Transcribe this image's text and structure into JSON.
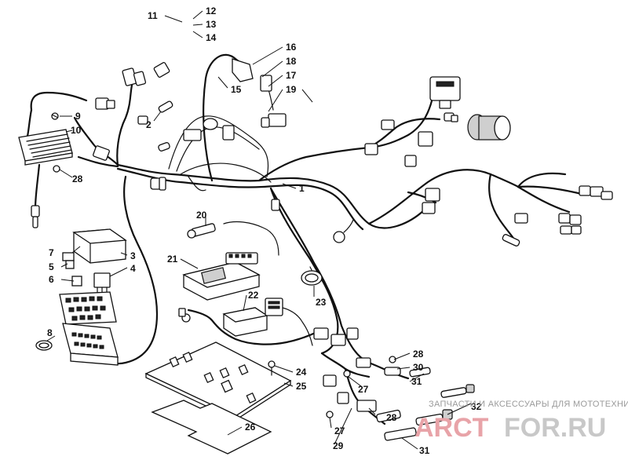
{
  "callouts": [
    {
      "id": "c1",
      "label": "1"
    },
    {
      "id": "c2",
      "label": "2"
    },
    {
      "id": "c3",
      "label": "3"
    },
    {
      "id": "c4",
      "label": "4"
    },
    {
      "id": "c5",
      "label": "5"
    },
    {
      "id": "c6",
      "label": "6"
    },
    {
      "id": "c7",
      "label": "7"
    },
    {
      "id": "c8",
      "label": "8"
    },
    {
      "id": "c9",
      "label": "9"
    },
    {
      "id": "c10",
      "label": "10"
    },
    {
      "id": "c11",
      "label": "11"
    },
    {
      "id": "c12",
      "label": "12"
    },
    {
      "id": "c13",
      "label": "13"
    },
    {
      "id": "c14",
      "label": "14"
    },
    {
      "id": "c15",
      "label": "15"
    },
    {
      "id": "c16",
      "label": "16"
    },
    {
      "id": "c17",
      "label": "17"
    },
    {
      "id": "c18",
      "label": "18"
    },
    {
      "id": "c19",
      "label": "19"
    },
    {
      "id": "c20",
      "label": "20"
    },
    {
      "id": "c21",
      "label": "21"
    },
    {
      "id": "c22",
      "label": "22"
    },
    {
      "id": "c23",
      "label": "23"
    },
    {
      "id": "c24",
      "label": "24"
    },
    {
      "id": "c25",
      "label": "25"
    },
    {
      "id": "c26",
      "label": "26"
    },
    {
      "id": "c27a",
      "label": "27"
    },
    {
      "id": "c27b",
      "label": "27"
    },
    {
      "id": "c28a",
      "label": "28"
    },
    {
      "id": "c28b",
      "label": "28"
    },
    {
      "id": "c28c",
      "label": "28"
    },
    {
      "id": "c29",
      "label": "29"
    },
    {
      "id": "c30",
      "label": "30"
    },
    {
      "id": "c31a",
      "label": "31"
    },
    {
      "id": "c31b",
      "label": "31"
    },
    {
      "id": "c32",
      "label": "32"
    }
  ],
  "watermark": {
    "tagline": "ЗАПЧАСТИ И АКСЕССУАРЫ ДЛЯ МОТОТЕХНИКИ",
    "logo_red": "ARCT",
    "logo_grey": "FOR.RU",
    "color": "#e8a3a8"
  }
}
